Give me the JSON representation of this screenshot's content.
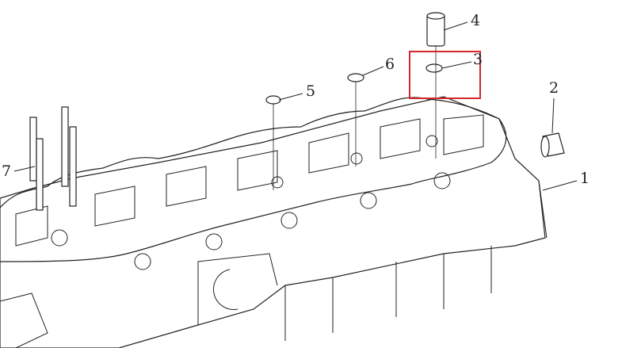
{
  "diagram": {
    "callouts": [
      {
        "id": "1",
        "label": "1"
      },
      {
        "id": "2",
        "label": "2"
      },
      {
        "id": "3",
        "label": "3"
      },
      {
        "id": "4",
        "label": "4"
      },
      {
        "id": "5",
        "label": "5"
      },
      {
        "id": "6",
        "label": "6"
      },
      {
        "id": "7",
        "label": "7"
      }
    ],
    "highlight_color": "#d6262b",
    "highlighted_callout": "3"
  }
}
